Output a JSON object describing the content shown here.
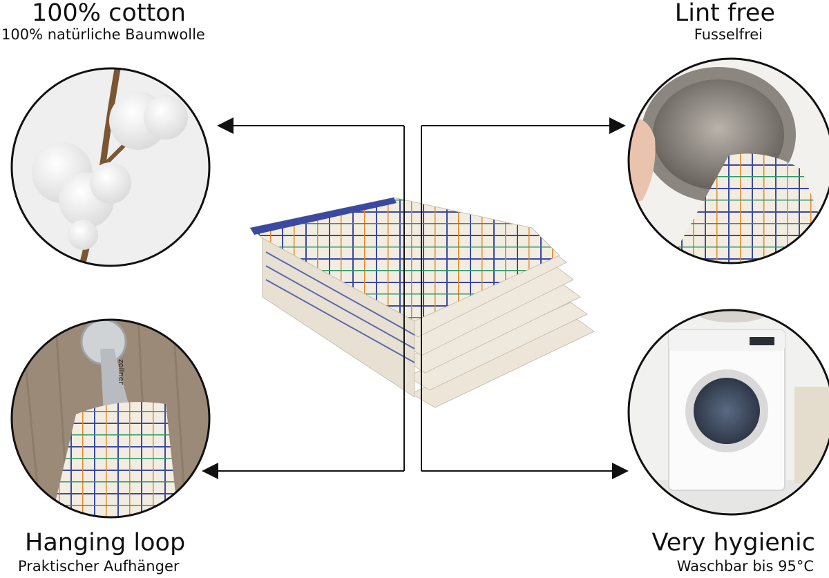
{
  "features": {
    "top_left": {
      "title": "100% cotton",
      "subtitle": "100% natürliche Baumwolle",
      "icon": "cotton-boll-icon"
    },
    "top_right": {
      "title": "Lint free",
      "subtitle": "Fusselfrei",
      "icon": "bowl-drying-icon"
    },
    "bottom_left": {
      "title": "Hanging loop",
      "subtitle": "Praktischer Aufhänger",
      "icon": "wall-hook-icon"
    },
    "bottom_right": {
      "title": "Very hygienic",
      "subtitle": "Waschbar bis 95°C",
      "icon": "washing-machine-icon"
    }
  },
  "hook_brand": "zollner",
  "colors": {
    "line": "#111111",
    "towel_base": "#f2ece1",
    "stripe_blue": "#3a4aa0",
    "stripe_orange": "#e08a2a",
    "stripe_green": "#2a9a6a",
    "wood": "#9c8a78"
  }
}
